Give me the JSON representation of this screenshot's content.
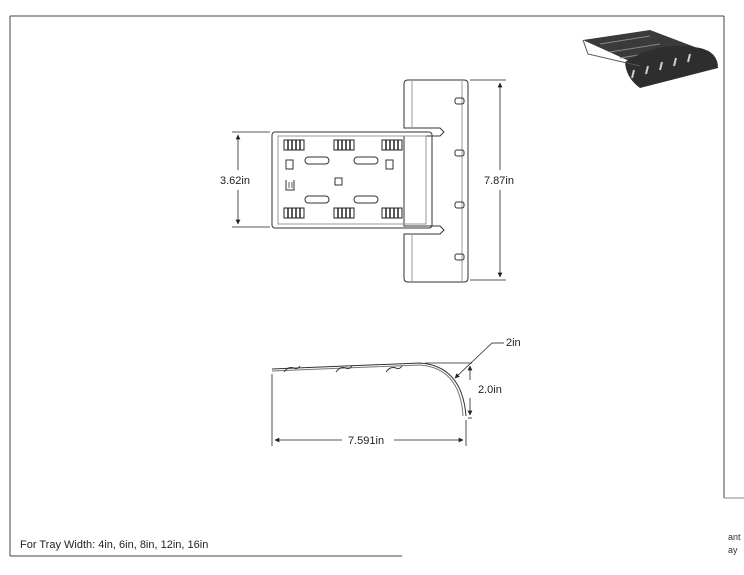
{
  "dimensions": {
    "height_side": "3.62in",
    "overall_height": "7.87in",
    "radius_callout": "2in",
    "vertical_rise": "2.0in",
    "overall_length": "7.591in"
  },
  "note": "For Tray Width: 4in, 6in, 8in, 12in, 16in",
  "title_block_fragments": [
    "ant",
    "ay"
  ]
}
